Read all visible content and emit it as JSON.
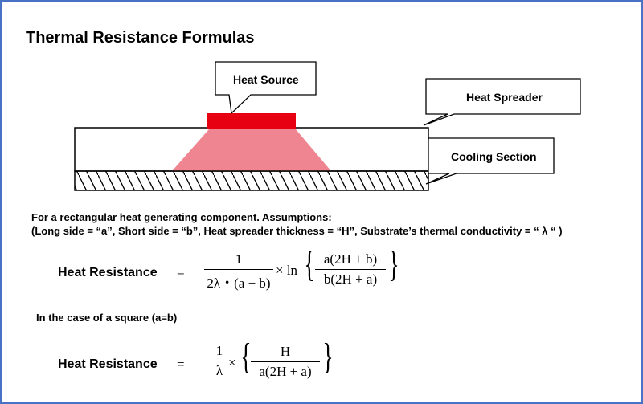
{
  "title": "Thermal Resistance Formulas",
  "diagram": {
    "heat_source_label": "Heat Source",
    "heat_spreader_label": "Heat Spreader",
    "cooling_section_label": "Cooling Section",
    "colors": {
      "heat_source": "#e60012",
      "heat_spread": "#ee8590",
      "border": "#4a72c4"
    }
  },
  "notes": {
    "line1": "For a rectangular heat generating component. Assumptions:",
    "line2": "(Long side = “a”, Short side = “b”, Heat spreader thickness = “H”, Substrate’s thermal conductivity = “ λ “ )",
    "square_case": "In the case of a square (a=b)"
  },
  "formula1": {
    "label": "Heat Resistance",
    "equals": "=",
    "num": "1",
    "den": "2λ・(a − b)",
    "times_ln": "× ln",
    "inner_num": "a(2H + b)",
    "inner_den": "b(2H + a)"
  },
  "formula2": {
    "label": "Heat Resistance",
    "equals": "=",
    "num": "1",
    "den": "λ",
    "times": "×",
    "inner_num": "H",
    "inner_den": "a(2H + a)"
  }
}
